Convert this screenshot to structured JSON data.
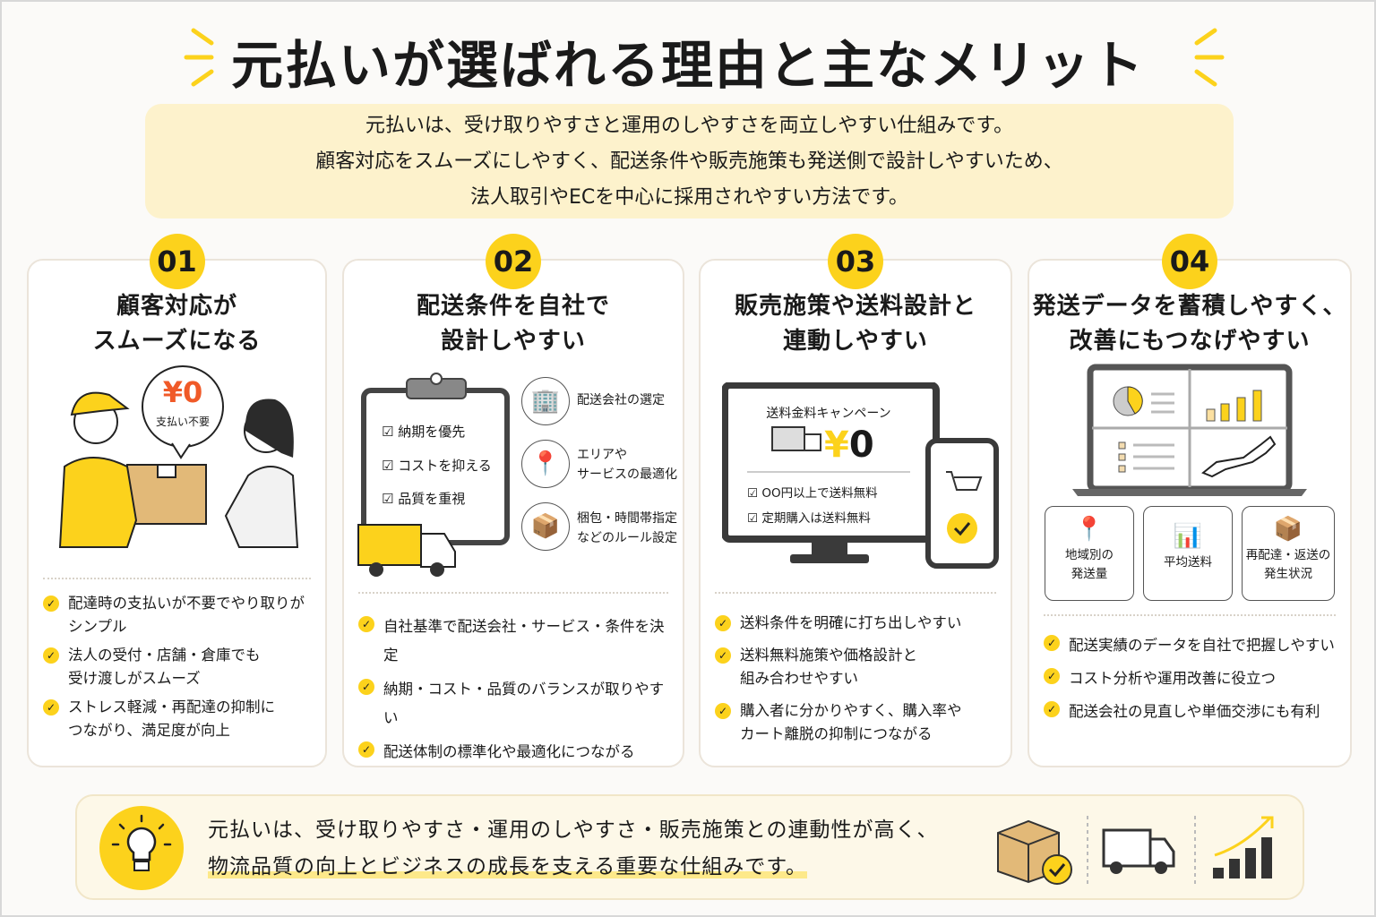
{
  "title": "元払いが選ばれる理由と主なメリット",
  "intro": [
    "元払いは、受け取りやすさと運用のしやすさを両立しやすい仕組みです。",
    "顧客対応をスムーズにしやすく、配送条件や販売施策も発送側で設計しやすいため、",
    "法人取引やECを中心に採用されやすい方法です。"
  ],
  "colors": {
    "accent": "#fcd21c",
    "intro_bg": "#fdf2cc",
    "price": "#f05a28"
  },
  "cards": [
    {
      "num": "01",
      "title": [
        "顧客対応が",
        "スムーズになる"
      ],
      "bubble_price": "¥0",
      "bubble_label": "支払い不要",
      "bullets": [
        [
          "配達時の支払いが不要でやり取りが",
          "シンプル"
        ],
        [
          "法人の受付・店舗・倉庫でも",
          "受け渡しがスムーズ"
        ],
        [
          "ストレス軽減・再配達の抑制に",
          "つながり、満足度が向上"
        ]
      ]
    },
    {
      "num": "02",
      "title": [
        "配送条件を自社で",
        "設計しやすい"
      ],
      "checklist": [
        "納期を優先",
        "コストを抑える",
        "品質を重視"
      ],
      "options": [
        [
          "配送会社の選定"
        ],
        [
          "エリアや",
          "サービスの最適化"
        ],
        [
          "梱包・時間帯指定",
          "などのルール設定"
        ]
      ],
      "bullets": [
        [
          "自社基準で配送会社・サービス・条件を決定"
        ],
        [
          "納期・コスト・品質のバランスが取りやすい"
        ],
        [
          "配送体制の標準化や最適化につながる"
        ]
      ]
    },
    {
      "num": "03",
      "title": [
        "販売施策や送料設計と",
        "連動しやすい"
      ],
      "screen_title": "送料金料キャンペーン",
      "screen_price": "0",
      "screen_checks": [
        "OO円以上で送料無料",
        "定期購入は送料無料"
      ],
      "bullets": [
        [
          "送料条件を明確に打ち出しやすい"
        ],
        [
          "送料無料施策や価格設計と",
          "組み合わせやすい"
        ],
        [
          "購入者に分かりやすく、購入率や",
          "カート離脱の抑制につながる"
        ]
      ]
    },
    {
      "num": "04",
      "title": [
        "発送データを蓄積しやすく、",
        "改善にもつなげやすい"
      ],
      "tiles": [
        [
          "地域別の",
          "発送量"
        ],
        [
          "平均送料"
        ],
        [
          "再配達・返送の",
          "発生状況"
        ]
      ],
      "bullets": [
        [
          "配送実績のデータを自社で把握しやすい"
        ],
        [
          "コスト分析や運用改善に役立つ"
        ],
        [
          "配送会社の見直しや単価交渉にも有利"
        ]
      ]
    }
  ],
  "banner": [
    "元払いは、受け取りやすさ・運用のしやすさ・販売施策との連動性が高く、",
    "物流品質の向上とビジネスの成長を支える重要な仕組みです。"
  ]
}
